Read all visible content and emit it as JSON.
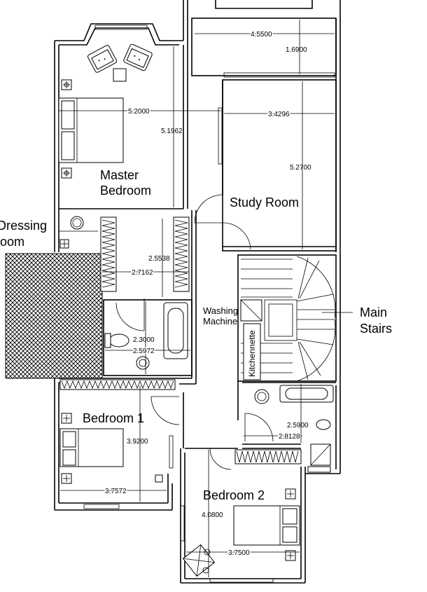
{
  "rooms": {
    "master_bedroom_line1": "Master",
    "master_bedroom_line2": "Bedroom",
    "study_room": "Study Room",
    "dressing_room_line1": "Dressing",
    "dressing_room_line2": "oom",
    "washing_machine_line1": "Washing",
    "washing_machine_line2": "Machine",
    "main_stairs_line1": "Main",
    "main_stairs_line2": "Stairs",
    "kitchennette": "Kitchennette",
    "bedroom_1": "Bedroom 1",
    "bedroom_2": "Bedroom 2"
  },
  "dimensions": {
    "d_4_5500": "4.5500",
    "d_1_6900": "1.6900",
    "d_5_2000": "5.2000",
    "d_3_4296": "3.4296",
    "d_5_1962": "5.1962",
    "d_5_2700": "5.2700",
    "d_2_5538": "2.5538",
    "d_2_7162": "2.7162",
    "d_2_3000": "2.3000",
    "d_2_5972": "2.5972",
    "d_3_9200": "3.9200",
    "d_3_7572": "3.7572",
    "d_2_5900": "2.5900",
    "d_2_8128": "2.8128",
    "d_4_0800": "4.0800",
    "d_3_7500": "3.7500"
  }
}
